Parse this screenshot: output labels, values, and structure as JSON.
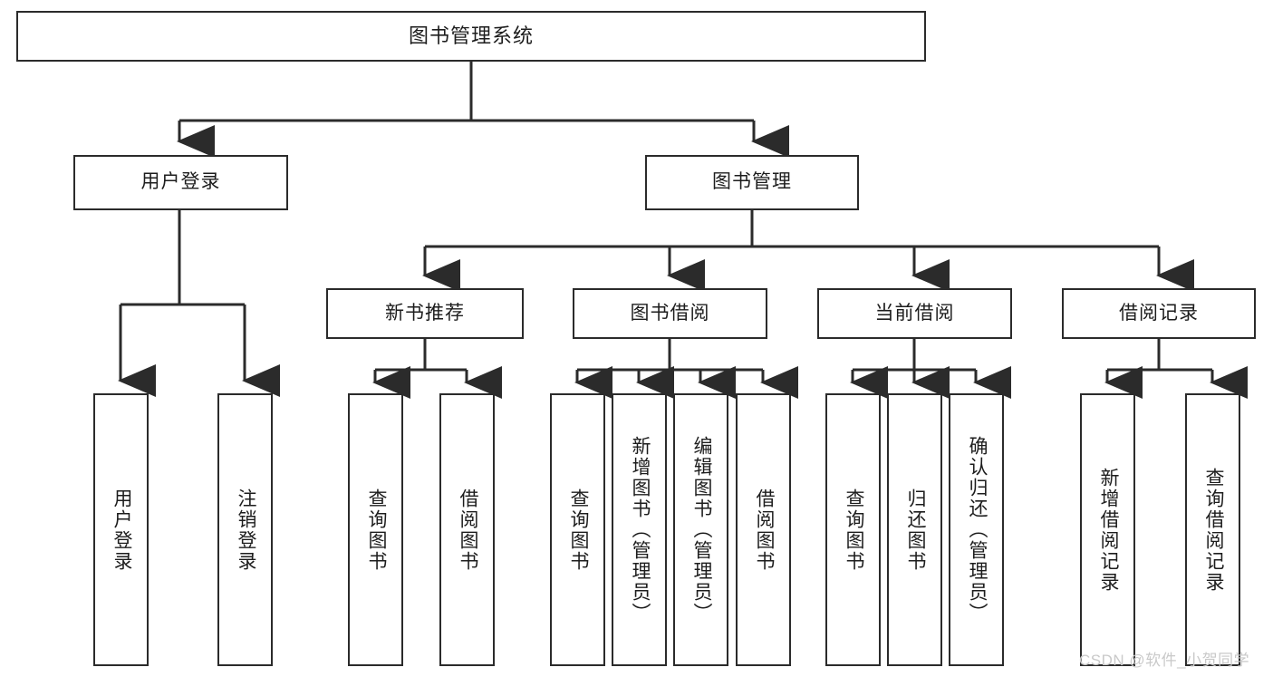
{
  "diagram": {
    "title": "图书管理系统",
    "type": "tree-hierarchy-chart",
    "root": {
      "label": "图书管理系统"
    },
    "level2": [
      {
        "label": "用户登录"
      },
      {
        "label": "图书管理"
      }
    ],
    "level3": [
      {
        "label": "新书推荐"
      },
      {
        "label": "图书借阅"
      },
      {
        "label": "当前借阅"
      },
      {
        "label": "借阅记录"
      }
    ],
    "leaves": {
      "user_login": [
        {
          "label": "用户登录"
        },
        {
          "label": "注销登录"
        }
      ],
      "new_book_recommend": [
        {
          "label": "查询图书"
        },
        {
          "label": "借阅图书"
        }
      ],
      "book_borrow": [
        {
          "label": "查询图书"
        },
        {
          "label": "新增图书（管理员）"
        },
        {
          "label": "编辑图书（管理员）"
        },
        {
          "label": "借阅图书"
        }
      ],
      "current_borrow": [
        {
          "label": "查询图书"
        },
        {
          "label": "归还图书"
        },
        {
          "label": "确认归还（管理员）"
        }
      ],
      "borrow_record": [
        {
          "label": "新增借阅记录"
        },
        {
          "label": "查询借阅记录"
        }
      ]
    }
  },
  "watermark": {
    "text": "CSDN @软件_小贺同学"
  },
  "colors": {
    "border": "#2b2b2b",
    "background": "#ffffff",
    "text": "#1d1d1d",
    "watermark": "#c9c9c9"
  }
}
